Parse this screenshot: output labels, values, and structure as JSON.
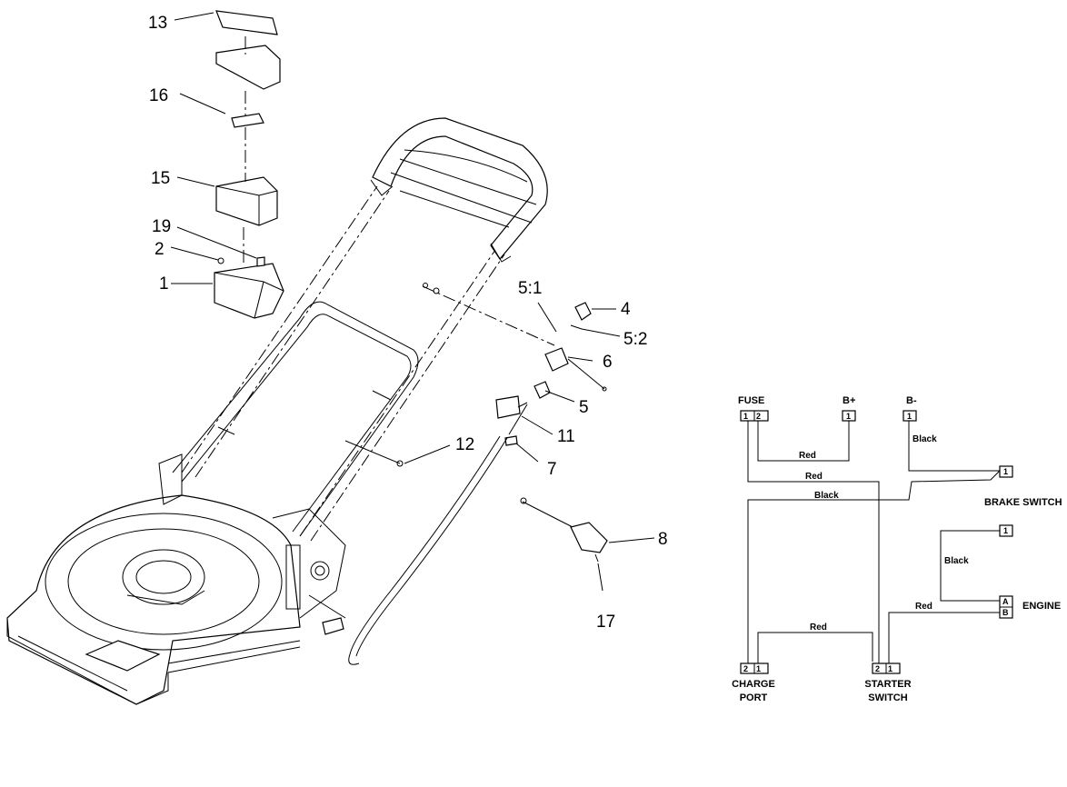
{
  "callouts": {
    "c13": "13",
    "c16": "16",
    "c15": "15",
    "c19": "19",
    "c2": "2",
    "c1": "1",
    "c5_1": "5:1",
    "c4": "4",
    "c5_2": "5:2",
    "c6": "6",
    "c5": "5",
    "c11": "11",
    "c12": "12",
    "c7": "7",
    "c8": "8",
    "c17": "17"
  },
  "schematic": {
    "fuse": {
      "label": "FUSE",
      "pins": [
        "1",
        "2"
      ]
    },
    "bplus": {
      "label": "B+",
      "pins": [
        "1"
      ]
    },
    "bminus": {
      "label": "B-",
      "pins": [
        "1"
      ]
    },
    "brake_switch": {
      "label": "BRAKE SWITCH",
      "pins": [
        "1"
      ]
    },
    "engine": {
      "label": "ENGINE",
      "pins": [
        "1",
        "A",
        "B"
      ]
    },
    "charge_port": {
      "label_line1": "CHARGE",
      "label_line2": "PORT",
      "pins": [
        "2",
        "1"
      ]
    },
    "starter_switch": {
      "label_line1": "STARTER",
      "label_line2": "SWITCH",
      "pins": [
        "2",
        "1"
      ]
    },
    "wires": {
      "fuse2_bplus": "Red",
      "fuse1_starter": "Red",
      "bminus_brake": "Black",
      "brake_charge": "Black",
      "engine1_engineA": "Black",
      "engineB_starter": "Red",
      "charge_starter": "Red"
    }
  }
}
